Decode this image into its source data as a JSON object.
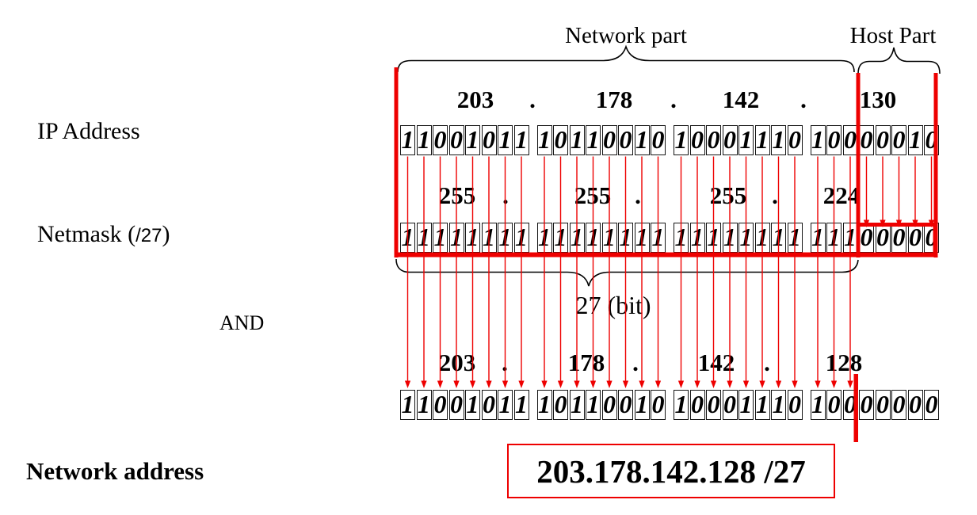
{
  "title_labels": {
    "network_part": "Network part",
    "host_part": "Host Part"
  },
  "row_labels": {
    "ip": "IP Address",
    "netmask_prefix": "Netmask (",
    "netmask_cidr": "/27",
    "netmask_suffix": ")",
    "operation": "AND",
    "result": "Network address"
  },
  "annotation": {
    "prefix_length_label": "27 (bit)"
  },
  "octet_separator": ".",
  "prefix_bits": 27,
  "rows": {
    "ip": {
      "octets": [
        "203",
        "178",
        "142",
        "130"
      ],
      "binary": [
        "11001011",
        "10110010",
        "10001110",
        "10000010"
      ]
    },
    "netmask": {
      "octets": [
        "255",
        "255",
        "255",
        "224"
      ],
      "binary": [
        "11111111",
        "11111111",
        "11111111",
        "11100000"
      ]
    },
    "result": {
      "octets": [
        "203",
        "178",
        "142",
        "128"
      ],
      "binary": [
        "11001011",
        "10110010",
        "10001110",
        "10000000"
      ]
    }
  },
  "network_address": "203.178.142.128 /27",
  "colors": {
    "accent_red": "#ee0000",
    "text": "#000000"
  }
}
